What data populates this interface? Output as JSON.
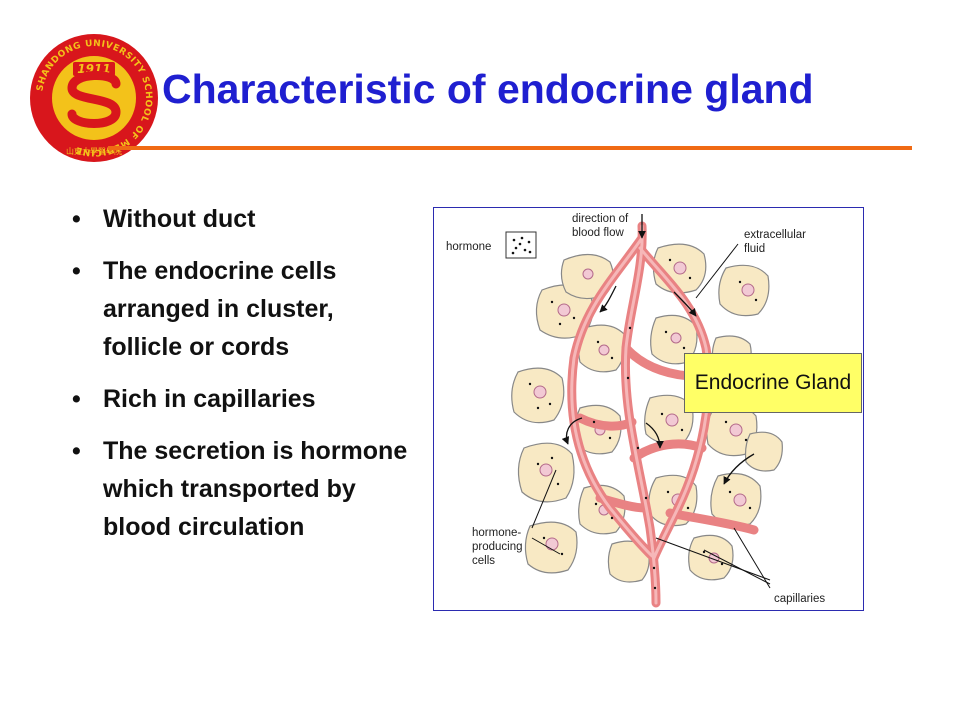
{
  "logo": {
    "year": "1911",
    "ring_text": "SHANDONG UNIVERSITY SCHOOL OF MEDICINE",
    "cn_text": "山東大學醫學院",
    "colors": {
      "red": "#d8161c",
      "gold": "#f3c21a"
    }
  },
  "slide": {
    "title": "Characteristic of endocrine gland",
    "bullets": [
      "Without duct",
      "The endocrine cells arranged in cluster, follicle or cords",
      "Rich in capillaries",
      "The secretion is hormone which transported by blood circulation"
    ]
  },
  "figure": {
    "labels": {
      "hormone": "hormone",
      "direction": "direction of\nblood flow",
      "extracellular": "extracellular\nfluid",
      "producing": "hormone-\nproducing\ncells",
      "capillaries": "capillaries"
    },
    "callout": "Endocrine Gland"
  },
  "colors": {
    "title": "#1f1fd0",
    "rule": "#f06a14",
    "cell_fill": "#f8e9c4",
    "vessel": "#e98283",
    "callout_fill": "#ffff66"
  }
}
